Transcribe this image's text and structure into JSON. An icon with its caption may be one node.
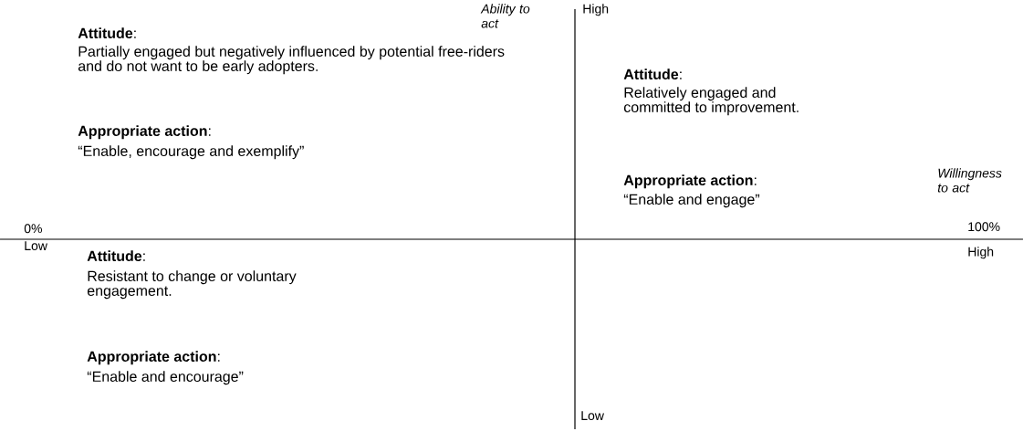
{
  "diagram": {
    "labels": [
      "Ability to act",
      "High",
      "**Attitude**:",
      "Partially engaged but negatively influenced by potential free-riders and do not want to be early adopters.",
      "**Appropriate action**:",
      "“Enable, encourage and exemplify”",
      "**Attitude**:",
      "Relatively engaged and committed to improvement.",
      "Willingness to act",
      "**Appropriate action**:",
      "“Enable and engage”",
      "0%",
      "100%",
      "Low",
      "High",
      "**Attitude**:",
      "Resistant to change or voluntary engagement.",
      "**Appropriate action**:",
      "“Enable and encourage”",
      "Low"
    ]
  }
}
